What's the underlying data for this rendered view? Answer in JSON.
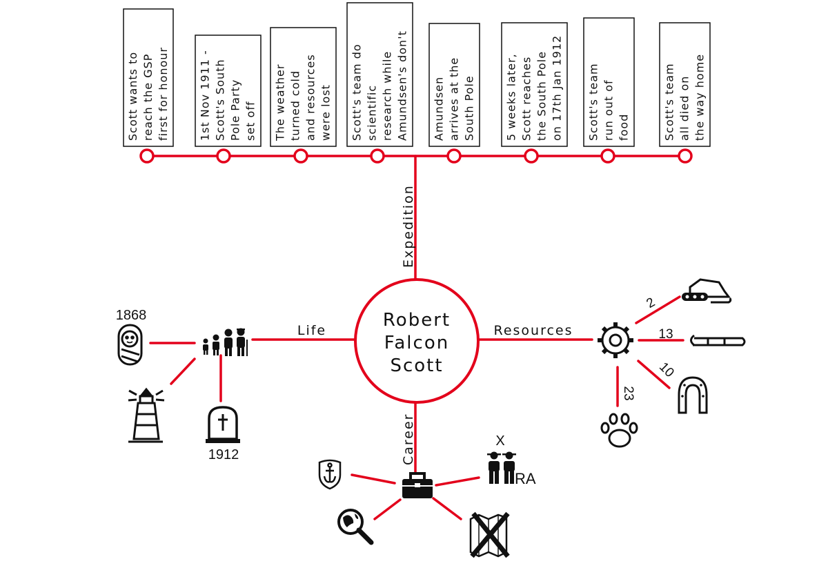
{
  "center": {
    "line1": "Robert",
    "line2": "Falcon",
    "line3": "Scott"
  },
  "branches": {
    "expedition": "Expedition",
    "life": "Life",
    "resources": "Resources",
    "career": "Career"
  },
  "timeline": [
    {
      "lines": [
        "Scott wants to",
        "reach the GSP",
        "first for honour"
      ]
    },
    {
      "lines": [
        "1st Nov 1911 -",
        "Scott's South",
        "Pole Party",
        "set off"
      ]
    },
    {
      "lines": [
        "The weather",
        "turned cold",
        "and resources",
        "were lost"
      ]
    },
    {
      "lines": [
        "Scott's team do",
        "scientific",
        "research while",
        "Amundsen's don't"
      ]
    },
    {
      "lines": [
        "Amundsen",
        "arrives at the",
        "South Pole"
      ]
    },
    {
      "lines": [
        "5 weeks later,",
        "Scott reaches",
        "the South Pole",
        "on 17th Jan 1912"
      ]
    },
    {
      "lines": [
        "Scott's team",
        "run out of",
        "food"
      ]
    },
    {
      "lines": [
        "Scott's team",
        "all died on",
        "the way home"
      ]
    }
  ],
  "life": {
    "birth_year": "1868",
    "death_year": "1912"
  },
  "resources": {
    "vehicles": "2",
    "sledges": "13",
    "horses": "10",
    "dogs": "23"
  },
  "career": {
    "rank_mark": "X",
    "rank_label": "RA"
  },
  "colors": {
    "accent": "#e3001b",
    "ink": "#111111",
    "paper": "#ffffff"
  },
  "icons": {
    "life": [
      "family-icon",
      "baby-icon",
      "lighthouse-icon",
      "gravestone-icon"
    ],
    "resources": [
      "gear-icon",
      "snowmobile-icon",
      "sledge-icon",
      "horseshoe-icon",
      "paw-icon"
    ],
    "career": [
      "briefcase-icon",
      "navy-anchor-shield-icon",
      "officers-icon",
      "magnifier-globe-icon",
      "crossed-out-map-icon"
    ]
  }
}
